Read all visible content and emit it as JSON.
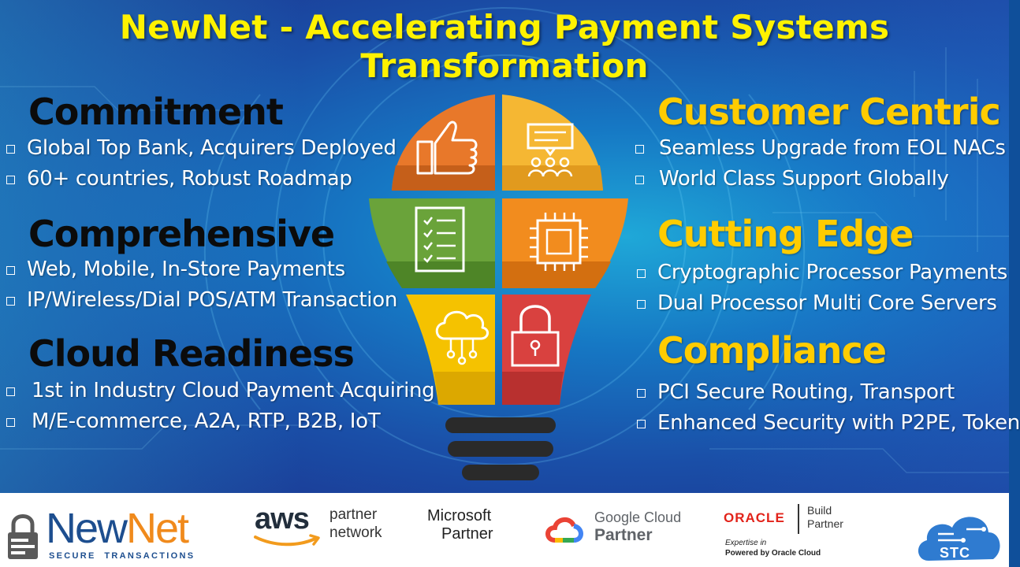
{
  "title": "NewNet - Accelerating Payment Systems Transformation",
  "left": [
    {
      "heading": "Commitment",
      "bullets": [
        "Global Top Bank, Acquirers Deployed",
        "60+ countries, Robust Roadmap"
      ]
    },
    {
      "heading": "Comprehensive",
      "bullets": [
        "Web, Mobile, In-Store Payments",
        "IP/Wireless/Dial POS/ATM Transaction"
      ]
    },
    {
      "heading": "Cloud Readiness",
      "bullets": [
        "1st in Industry Cloud Payment Acquiring",
        "M/E-commerce, A2A, RTP, B2B, IoT"
      ]
    }
  ],
  "right": [
    {
      "heading": "Customer Centric",
      "bullets": [
        "Seamless Upgrade from  EOL NACs",
        "World Class Support Globally"
      ]
    },
    {
      "heading": "Cutting Edge",
      "bullets": [
        "Cryptographic Processor Payments",
        "Dual Processor Multi Core Servers"
      ]
    },
    {
      "heading": "Compliance",
      "bullets": [
        "PCI Secure Routing, Transport",
        "Enhanced Security with P2PE, Token"
      ]
    }
  ],
  "bulb_icons": [
    "thumbs-up-icon",
    "presentation-meeting-icon",
    "checklist-icon",
    "cpu-chip-icon",
    "cloud-network-icon",
    "padlock-icon"
  ],
  "footer": {
    "newnet_logo": {
      "name": "NewNet",
      "tagline": "SECURE  TRANSACTIONS"
    },
    "aws": {
      "mark": "aws",
      "line1": "partner",
      "line2": "network"
    },
    "microsoft": {
      "line1": "Microsoft",
      "line2": "Partner"
    },
    "google": {
      "line1": "Google Cloud",
      "line2": "Partner"
    },
    "oracle": {
      "mark": "ORACLE",
      "build1": "Build",
      "build2": "Partner",
      "expertise": "Expertise in",
      "powered": "Powered by Oracle Cloud"
    },
    "stc": {
      "mark": "STC"
    }
  },
  "colors": {
    "title": "#fff200",
    "heading_left": "#0b0b0b",
    "heading_right": "#ffcc00",
    "panel_orange": "#e8782a",
    "panel_yellow": "#f5b733",
    "panel_green": "#6aa33a",
    "panel_orange2": "#f28c1e",
    "panel_gold": "#f5c200",
    "panel_red": "#d9413f",
    "socket": "#2a2a2a"
  }
}
